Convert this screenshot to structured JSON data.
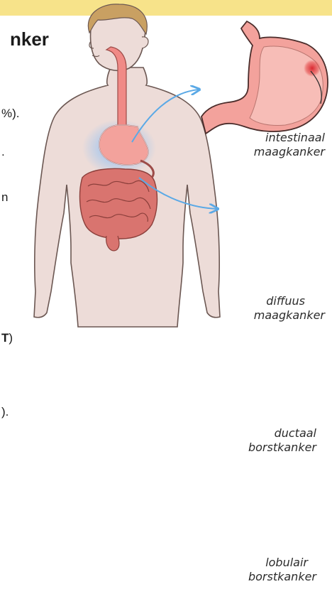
{
  "header": {
    "title_fragment": "nker",
    "body_fragments": [
      "%).",
      ".",
      "n",
      "T",
      ")",
      ")."
    ]
  },
  "stomach_panel": {
    "caption_intestinal": [
      "intestinaal",
      "maagkanker"
    ],
    "caption_diffuse": [
      "diffuus",
      "maagkanker"
    ]
  },
  "breast_panel": {
    "caption_ductal": [
      "ductaal",
      "borstkanker"
    ],
    "caption_lobular": [
      "lobulair",
      "borstkanker"
    ]
  },
  "colors": {
    "header_band": "#f7e38a",
    "skin": "#eddcd8",
    "organ": "#f08a86",
    "intestine": "#d9746f",
    "glow": "#6fb7ff",
    "arrow": "#5aa9e6",
    "lobe": "#f7e0a3",
    "lesion": "#e23c3c"
  }
}
